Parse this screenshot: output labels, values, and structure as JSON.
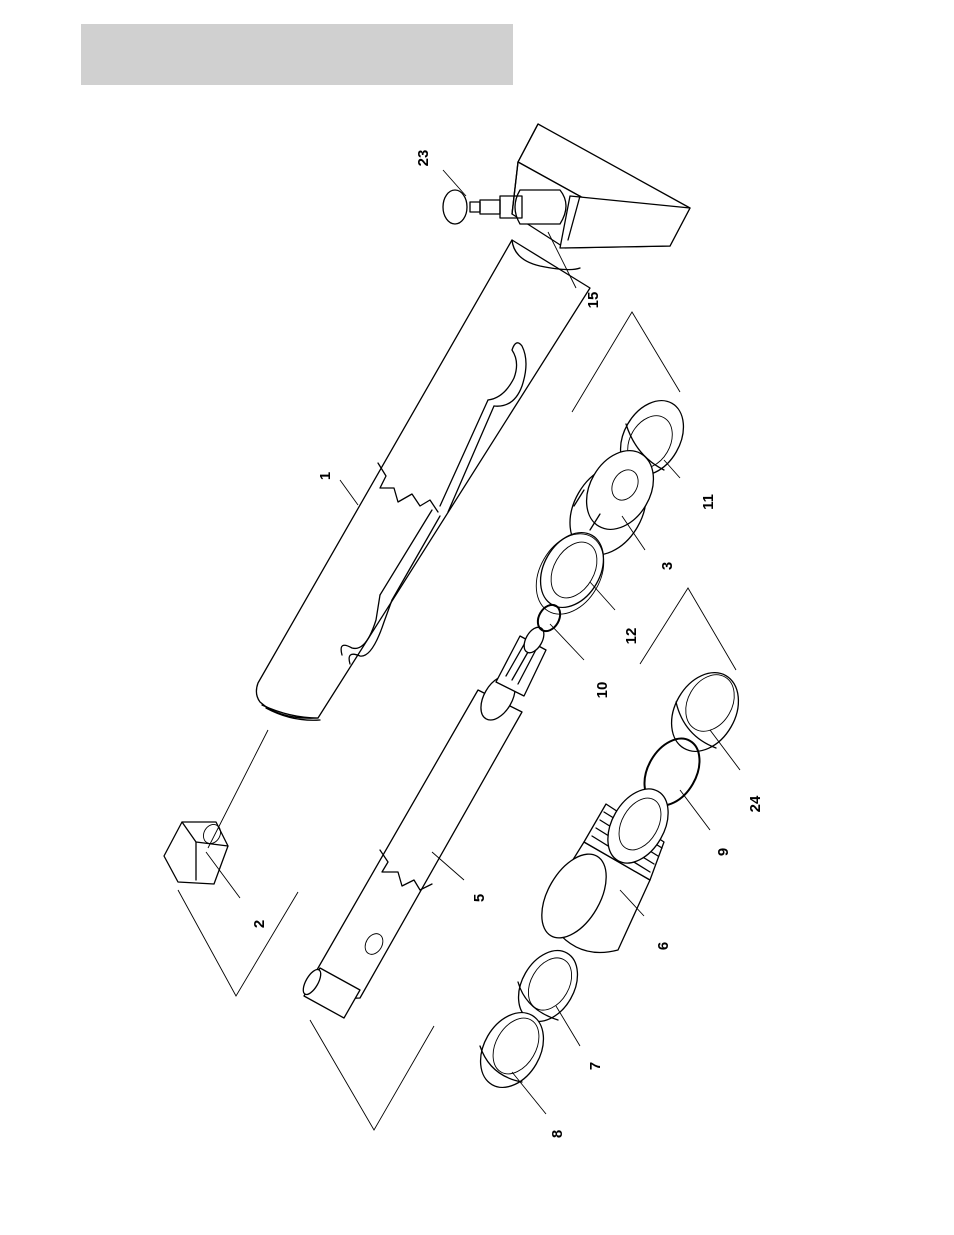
{
  "header": {
    "title": ""
  },
  "callouts": [
    {
      "id": "c23",
      "label": "23"
    },
    {
      "id": "c15",
      "label": "15"
    },
    {
      "id": "c1",
      "label": "1"
    },
    {
      "id": "c11",
      "label": "11"
    },
    {
      "id": "c3",
      "label": "3"
    },
    {
      "id": "c12",
      "label": "12"
    },
    {
      "id": "c10",
      "label": "10"
    },
    {
      "id": "c24",
      "label": "24"
    },
    {
      "id": "c9",
      "label": "9"
    },
    {
      "id": "c5",
      "label": "5"
    },
    {
      "id": "c2",
      "label": "2"
    },
    {
      "id": "c6",
      "label": "6"
    },
    {
      "id": "c7",
      "label": "7"
    },
    {
      "id": "c8",
      "label": "8"
    }
  ]
}
